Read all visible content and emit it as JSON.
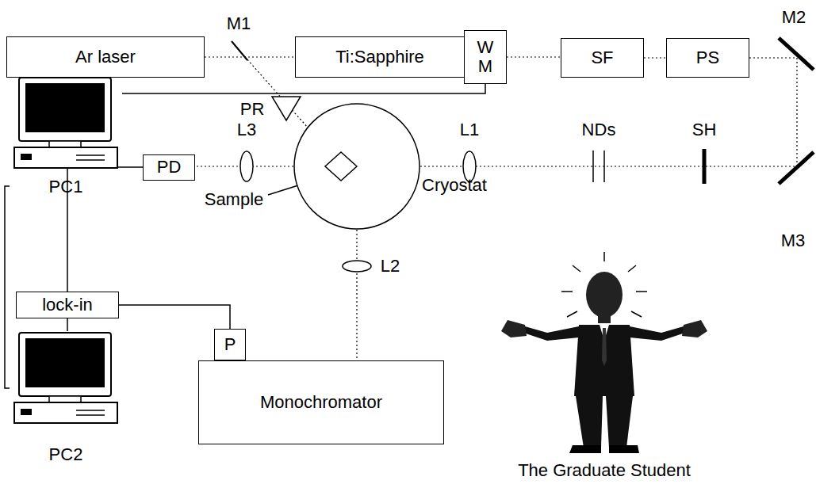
{
  "diagram": {
    "nodes": [
      {
        "text": [
          "Ar laser"
        ]
      },
      {
        "text": [
          "Ti:Sapphire"
        ]
      },
      {
        "text": [
          "W M"
        ]
      },
      {
        "text": [
          "SF"
        ]
      },
      {
        "text": [
          "PS"
        ]
      },
      {
        "text": [
          "PC1"
        ]
      },
      {
        "text": [
          "PD"
        ]
      },
      {
        "text": [
          "Cryostat"
        ]
      },
      {
        "text": [
          "lock-in"
        ]
      },
      {
        "text": [
          "P"
        ]
      },
      {
        "text": [
          "Monochromator"
        ]
      },
      {
        "text": [
          "PC2"
        ]
      }
    ],
    "edges": [
      {
        "from": 0,
        "to": 1,
        "arrow": "none"
      },
      {
        "from": 2,
        "to": 3,
        "arrow": "none"
      },
      {
        "from": 3,
        "to": 4,
        "arrow": "none"
      },
      {
        "from": 4,
        "to": 7,
        "arrow": "none"
      },
      {
        "from": 7,
        "to": 6,
        "arrow": "none"
      },
      {
        "from": 7,
        "to": 10,
        "arrow": "none"
      },
      {
        "from": 5,
        "to": 2,
        "arrow": "none"
      },
      {
        "from": 6,
        "to": 8,
        "arrow": "none"
      },
      {
        "from": 8,
        "to": 9,
        "arrow": "none"
      },
      {
        "from": 8,
        "to": 11,
        "arrow": "none"
      },
      {
        "from": 5,
        "to": 11,
        "arrow": "none"
      }
    ],
    "labels": [
      "M1",
      "M2",
      "PR",
      "L3",
      "L1",
      "NDs",
      "SH",
      "M3",
      "Sample",
      "L2",
      "The Graduate Student"
    ]
  }
}
